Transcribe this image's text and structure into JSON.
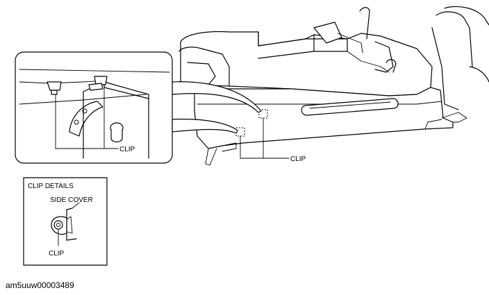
{
  "labels": {
    "clip_inset": "CLIP",
    "clip_main": "CLIP",
    "details_title": "CLIP DETAILS",
    "side_cover": "SIDE COVER",
    "clip_details": "CLIP"
  },
  "caption": "am5uuw00003489"
}
